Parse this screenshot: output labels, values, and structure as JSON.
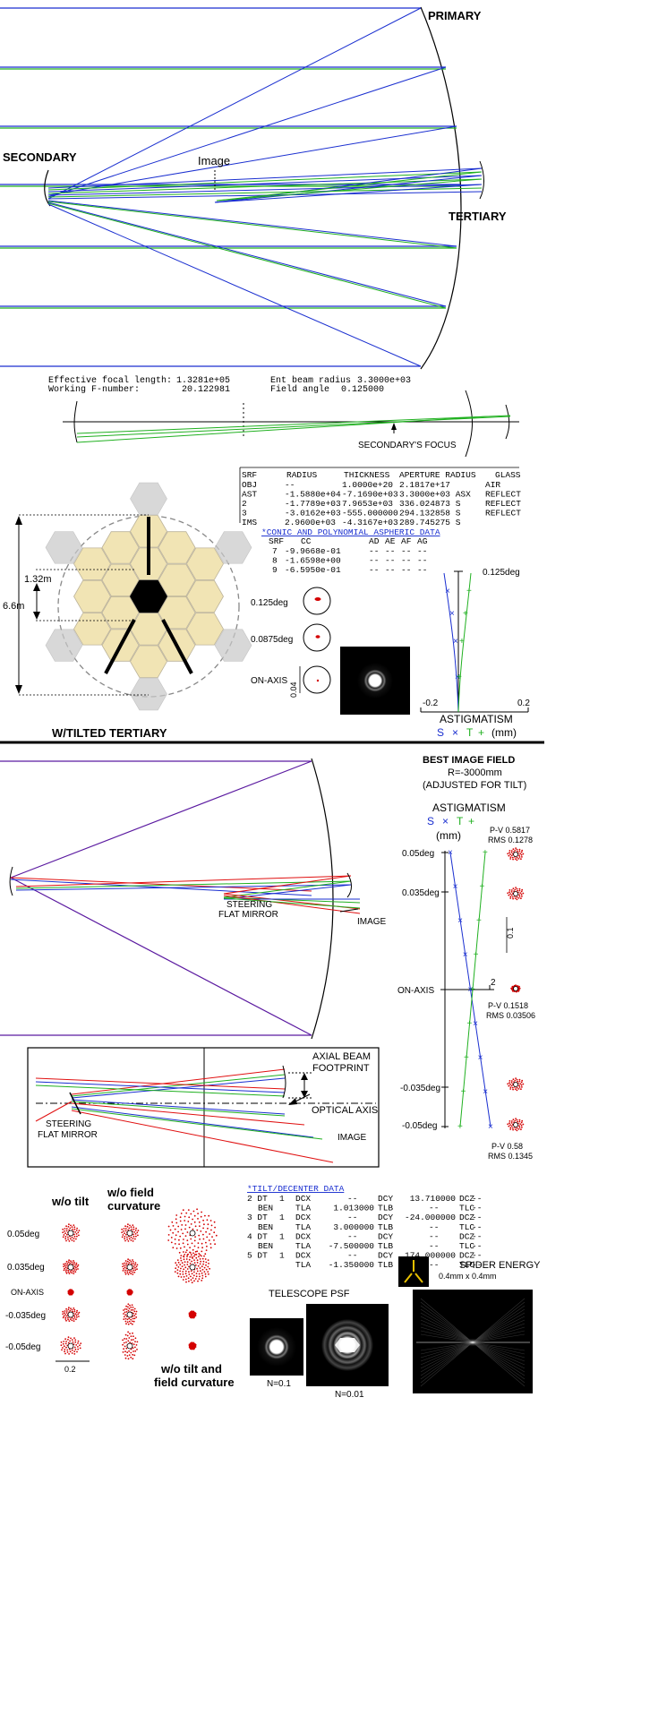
{
  "section1": {
    "primary": "PRIMARY",
    "secondary": "SECONDARY",
    "tertiary": "TERTIARY",
    "image": "Image",
    "efl_label": "Effective focal length:",
    "efl_value": "1.3281e+05",
    "fnum_label": "Working F-number:",
    "fnum_value": "20.122981",
    "ebr_label": "Ent beam radius",
    "ebr_value": "3.3000e+03",
    "fa_label": "Field angle",
    "fa_value": "0.125000",
    "sec_focus": "SECONDARY'S FOCUS"
  },
  "surface_table": {
    "header": [
      "SRF",
      "RADIUS",
      "THICKNESS",
      "APERTURE RADIUS",
      "GLASS"
    ],
    "rows": [
      [
        "OBJ",
        "--",
        "1.0000e+20",
        "2.1817e+17",
        "AIR"
      ],
      [
        "AST",
        "-1.5880e+04",
        "-7.1690e+03",
        "3.3000e+03 ASX",
        "REFLECT"
      ],
      [
        "2",
        "-1.7789e+03",
        "7.9653e+03",
        "336.024873 S",
        "REFLECT"
      ],
      [
        "3",
        "-3.0162e+03",
        "-555.000000",
        "294.132858 S",
        "REFLECT"
      ],
      [
        "IMS",
        "2.9600e+03",
        "-4.3167e+03",
        "289.745275 S",
        ""
      ]
    ],
    "conic_title": "*CONIC AND POLYNOMIAL ASPHERIC DATA",
    "conic_header": [
      "SRF",
      "CC",
      "AD",
      "AE",
      "AF",
      "AG"
    ],
    "conic_rows": [
      [
        "7",
        "-9.9668e-01",
        "--",
        "--",
        "--",
        "--"
      ],
      [
        "8",
        "-1.6598e+00",
        "--",
        "--",
        "--",
        "--"
      ],
      [
        "9",
        "-6.5950e-01",
        "--",
        "--",
        "--",
        "--"
      ]
    ]
  },
  "mirror": {
    "dim_inner": "1.32m",
    "dim_outer": "6.6m"
  },
  "spots1": {
    "labels": [
      "0.125deg",
      "0.0875deg",
      "ON-AXIS"
    ],
    "scale": "0.04"
  },
  "astig1": {
    "top_label": "0.125deg",
    "x_min": "-0.2",
    "x_max": "0.2",
    "title": "ASTIGMATISM",
    "s": "S",
    "x": "×",
    "t": "T",
    "plus": "+",
    "units": "(mm)"
  },
  "section2": {
    "title": "W/TILTED TERTIARY",
    "steering": [
      "STEERING",
      "FLAT MIRROR"
    ],
    "image": "IMAGE",
    "best_field": "BEST IMAGE FIELD",
    "best_r": "R=-3000mm",
    "adjusted": "(ADJUSTED FOR TILT)"
  },
  "astig2": {
    "title": "ASTIGMATISM",
    "s": "S",
    "x": "×",
    "t": "T",
    "plus": "+",
    "units": "(mm)",
    "labels": [
      "0.05deg",
      "0.035deg",
      "ON-AXIS",
      "-0.035deg",
      "-0.05deg"
    ],
    "x_max": "2",
    "pv1": "P-V 0.5817",
    "rms1": "RMS 0.1278",
    "scale": "0.1",
    "pv2": "P-V 0.1518",
    "rms2": "RMS 0.03506",
    "pv3": "P-V 0.58",
    "rms3": "RMS 0.1345"
  },
  "inset": {
    "axial": [
      "AXIAL BEAM",
      "FOOTPRINT"
    ],
    "optical_axis": "OPTICAL AXIS",
    "steering": [
      "STEERING",
      "FLAT MIRROR"
    ],
    "image": "IMAGE"
  },
  "spots2": {
    "wo_tilt": "w/o tilt",
    "wo_field": [
      "w/o field",
      "curvature"
    ],
    "wo_both": [
      "w/o tilt and",
      "field curvature"
    ],
    "labels": [
      "0.05deg",
      "0.035deg",
      "ON-AXIS",
      "-0.035deg",
      "-0.05deg"
    ],
    "scale": "0.2"
  },
  "tilt_table": {
    "title": "*TILT/DECENTER DATA",
    "rows": [
      [
        "2 DT",
        "1",
        "DCX",
        "--",
        "DCY",
        "13.710000",
        "DCZ",
        "--"
      ],
      [
        "BEN",
        "",
        "TLA",
        "1.013000",
        "TLB",
        "--",
        "TLC",
        "--"
      ],
      [
        "3 DT",
        "1",
        "DCX",
        "--",
        "DCY",
        "-24.000000",
        "DCZ",
        "--"
      ],
      [
        "BEN",
        "",
        "TLA",
        "3.000000",
        "TLB",
        "--",
        "TLC",
        "--"
      ],
      [
        "4 DT",
        "1",
        "DCX",
        "--",
        "DCY",
        "--",
        "DCZ",
        "--"
      ],
      [
        "BEN",
        "",
        "TLA",
        "-7.500000",
        "TLB",
        "--",
        "TLC",
        "--"
      ],
      [
        "5 DT",
        "1",
        "DCX",
        "--",
        "DCY",
        "174.000000",
        "DCZ",
        "--"
      ],
      [
        "",
        "",
        "TLA",
        "-1.350000",
        "TLB",
        "--",
        "TLC",
        "--"
      ]
    ]
  },
  "psf": {
    "telescope": "TELESCOPE PSF",
    "n1": "N=0.1",
    "n2": "N=0.01",
    "spider": "SPIDER ENERGY",
    "spider_size": "0.4mm x 0.4mm"
  },
  "colors": {
    "blue": "#1a2fd0",
    "green": "#20b020",
    "red": "#e01010",
    "mirror_fill": "#f1e4b4",
    "spot_red": "#d40000"
  }
}
